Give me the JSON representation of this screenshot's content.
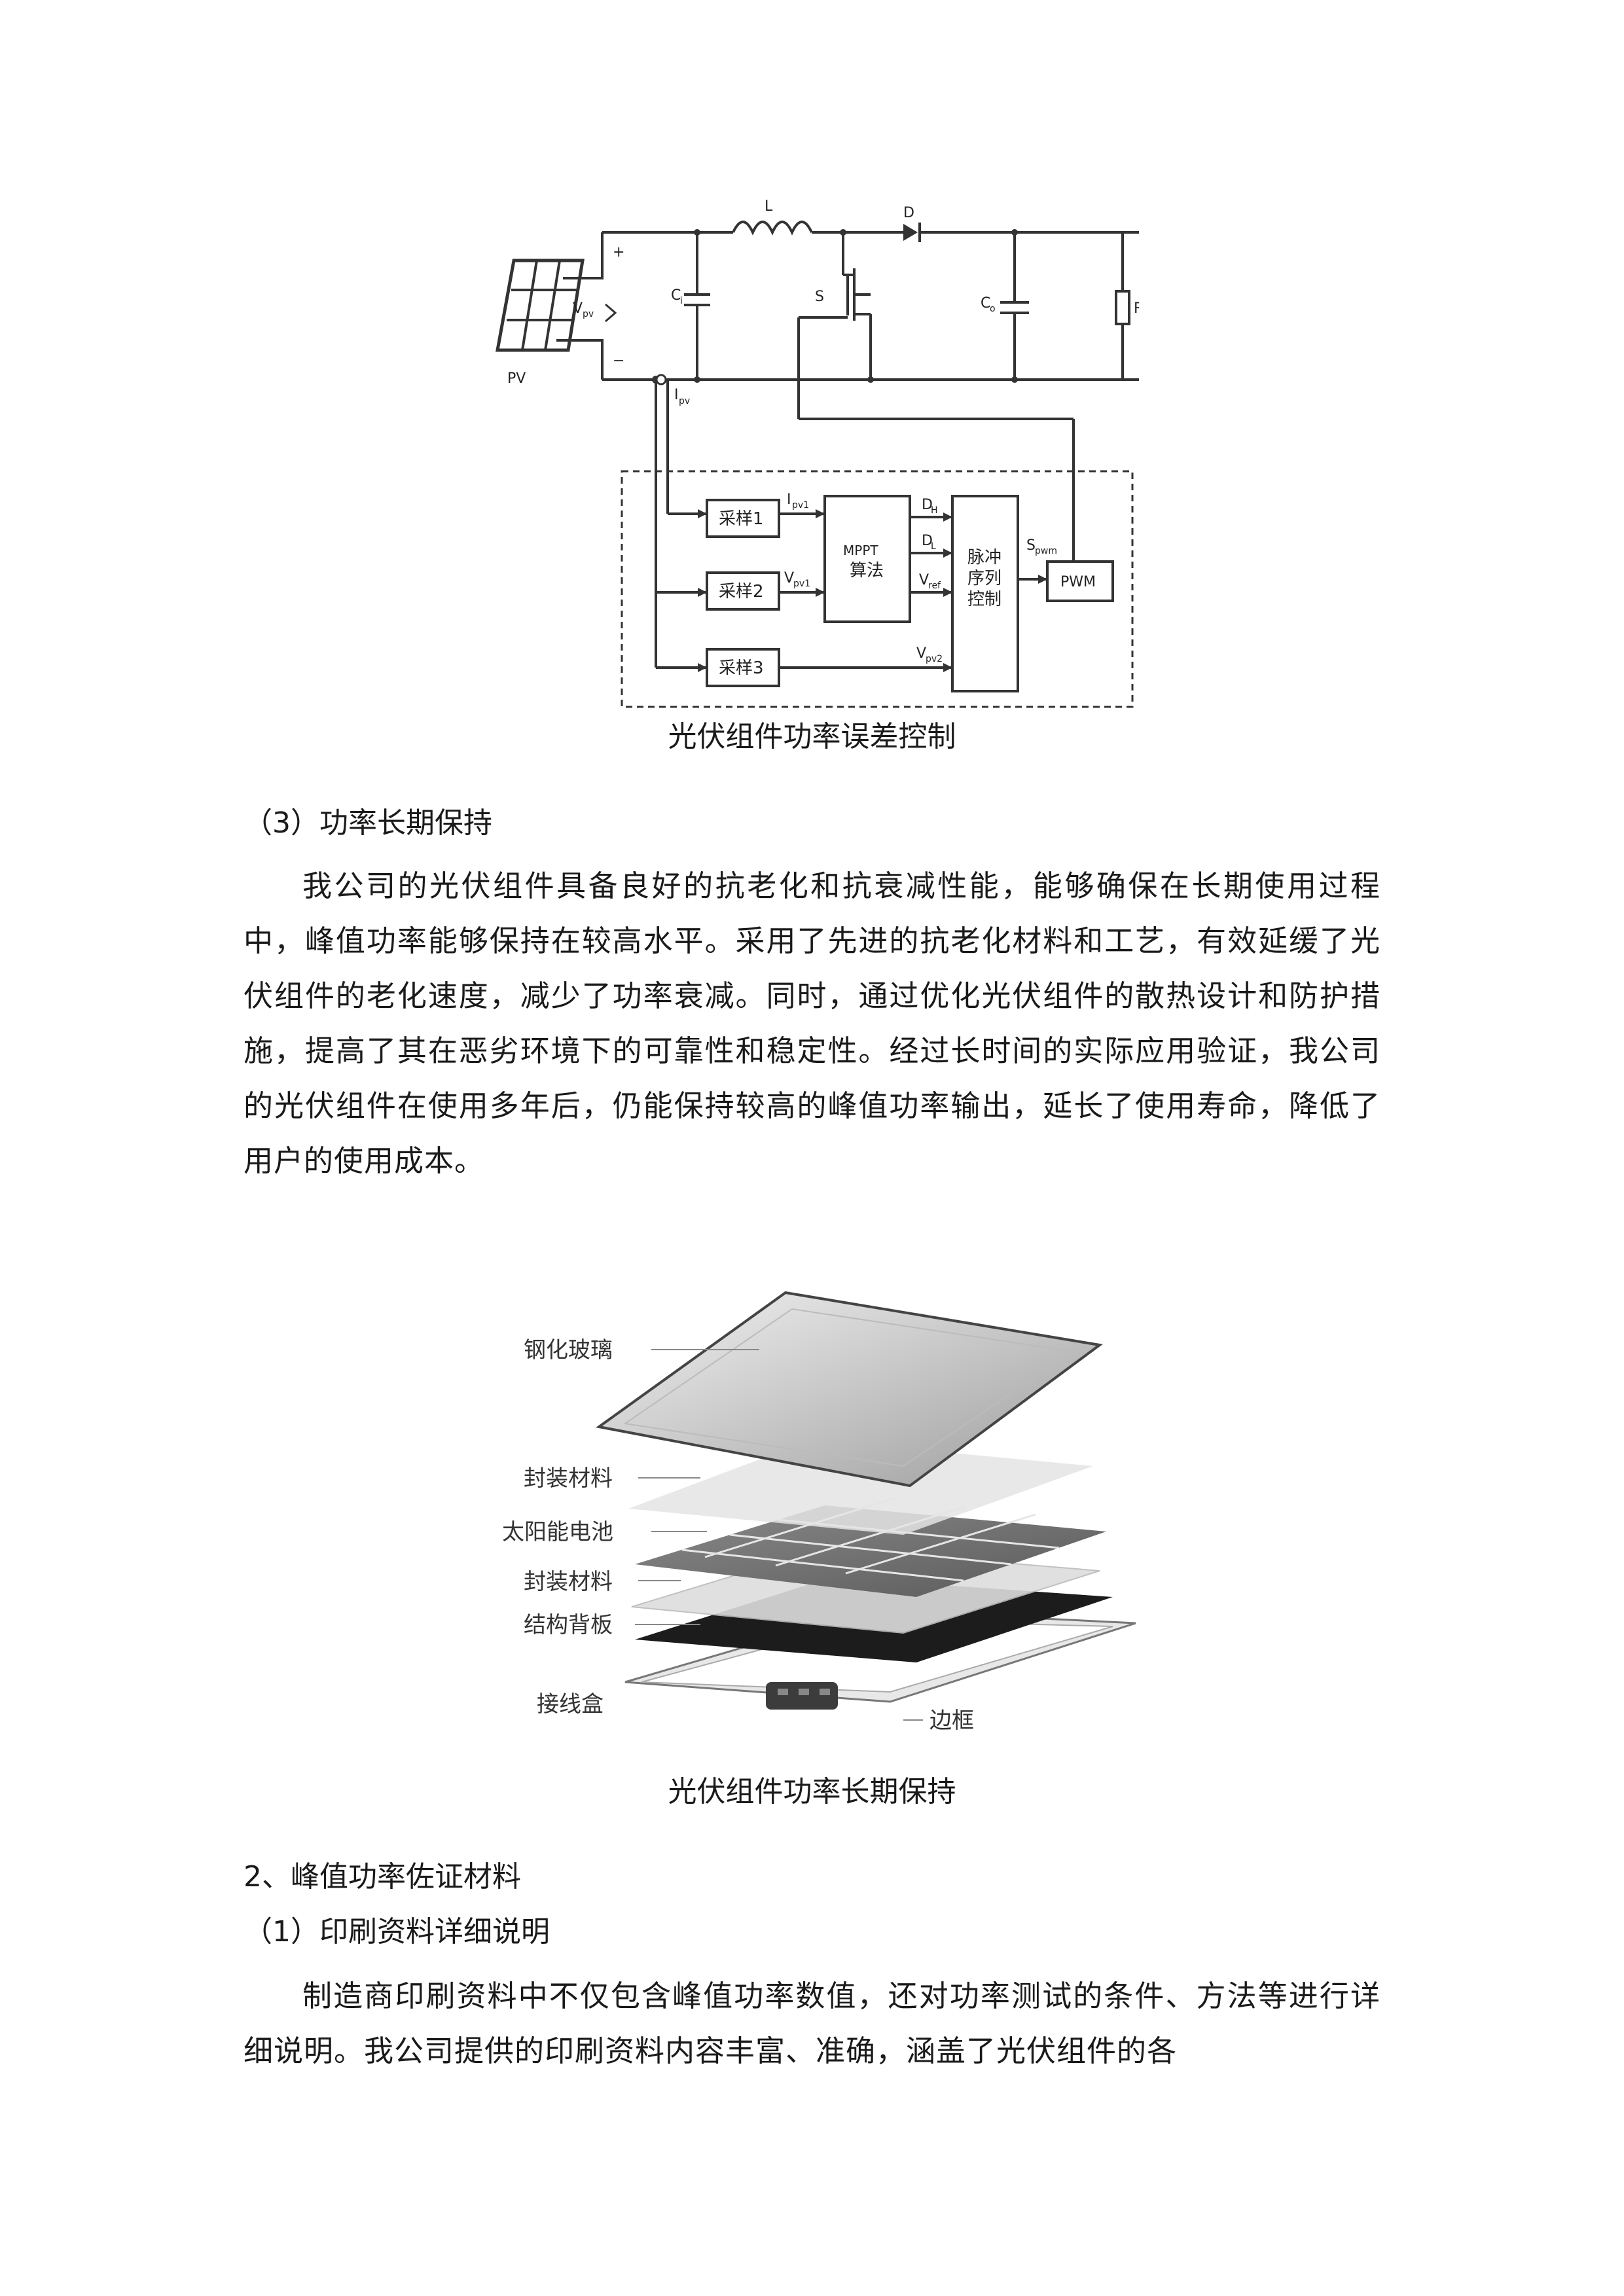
{
  "figure1": {
    "labels": {
      "inductor": "L",
      "diode": "D",
      "plus": "+",
      "minus": "−",
      "cap_in": "C",
      "cap_in_sub": "i",
      "switch": "S",
      "cap_out": "C",
      "cap_out_sub": "o",
      "resistor": "R",
      "pv": "PV",
      "vpv": "V",
      "vpv_sub": "pv",
      "ipv": "I",
      "ipv_sub": "pv",
      "sample1": "采样1",
      "sample2": "采样2",
      "sample3": "采样3",
      "ipv1": "I",
      "ipv1_sub": "pv1",
      "vpv1": "V",
      "vpv1_sub": "pv1",
      "vpv2": "V",
      "vpv2_sub": "pv2",
      "mppt_line1": "MPPT",
      "mppt_line2": "算法",
      "dh": "D",
      "dh_sub": "H",
      "dl": "D",
      "dl_sub": "L",
      "vref": "V",
      "vref_sub": "ref",
      "pulse_line1": "脉冲",
      "pulse_line2": "序列",
      "pulse_line3": "控制",
      "spwm": "S",
      "spwm_sub": "pwm",
      "pwm": "PWM"
    },
    "caption": "光伏组件功率误差控制"
  },
  "section3": {
    "heading": "（3）功率长期保持",
    "paragraph": "我公司的光伏组件具备良好的抗老化和抗衰减性能，能够确保在长期使用过程中，峰值功率能够保持在较高水平。采用了先进的抗老化材料和工艺，有效延缓了光伏组件的老化速度，减少了功率衰减。同时，通过优化光伏组件的散热设计和防护措施，提高了其在恶劣环境下的可靠性和稳定性。经过长时间的实际应用验证，我公司的光伏组件在使用多年后，仍能保持较高的峰值功率输出，延长了使用寿命，降低了用户的使用成本。"
  },
  "figure2": {
    "labels": {
      "glass": "钢化玻璃",
      "encap1": "封装材料",
      "cells": "太阳能电池",
      "encap2": "封装材料",
      "backsheet": "结构背板",
      "jbox": "接线盒",
      "frame": "边框"
    },
    "caption": "光伏组件功率长期保持"
  },
  "section_peak": {
    "heading": "2、峰值功率佐证材料",
    "subheading": "（1）印刷资料详细说明",
    "paragraph": "制造商印刷资料中不仅包含峰值功率数值，还对功率测试的条件、方法等进行详细说明。我公司提供的印刷资料内容丰富、准确，涵盖了光伏组件的各"
  }
}
